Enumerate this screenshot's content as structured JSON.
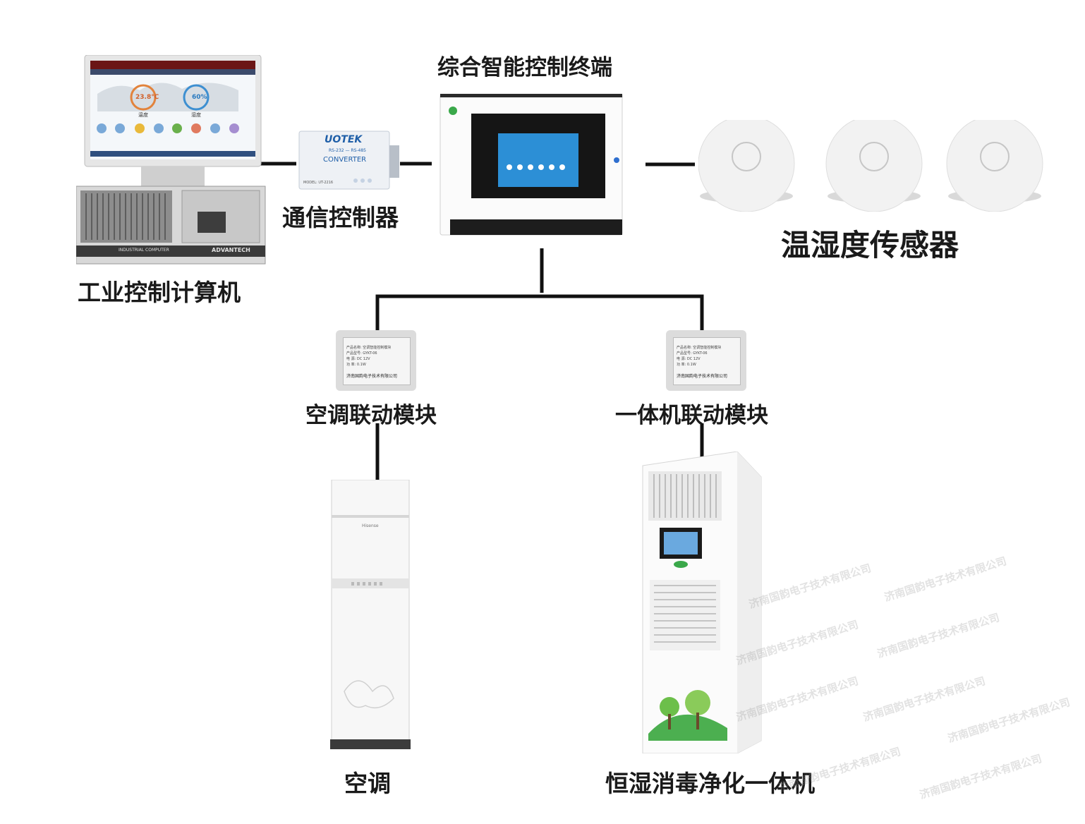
{
  "labels": {
    "terminal": "综合智能控制终端",
    "converter": "通信控制器",
    "computer": "工业控制计算机",
    "sensors": "温湿度传感器",
    "ac_module": "空调联动模块",
    "unit_module": "一体机联动模块",
    "ac": "空调",
    "purifier": "恒湿消毒净化一体机"
  },
  "computer_screen": {
    "temperature": "23.8℃",
    "humidity": "60%",
    "temp_label": "温度",
    "hum_label": "湿度"
  },
  "converter_device": {
    "brand": "UOTEK",
    "spec": "RS-232 — RS-485",
    "name": "CONVERTER",
    "model": "MODEL: UT-2216"
  },
  "computer_chassis": {
    "badge": "INDUSTRIAL COMPUTER",
    "brand": "ADVANTECH"
  },
  "module_label": {
    "line1": "产品名称: 空调智能控制模块",
    "line2": "产品型号: GYKT-06",
    "line3": "电  源: DC 12V",
    "line4": "功  率: 0.1W",
    "company": "济南国韵电子技术有限公司"
  },
  "ac_brand": "Hisense",
  "watermark": "济南国韵电子技术有限公司",
  "colors": {
    "line": "#111111",
    "screen_blue": "#2c8fd6",
    "green": "#3aa84a"
  }
}
